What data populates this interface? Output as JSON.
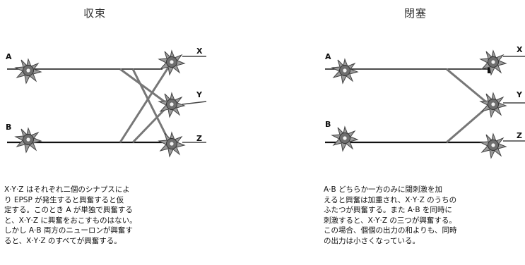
{
  "panels": {
    "left": {
      "title": "収束",
      "inputs": [
        "A",
        "B"
      ],
      "outputs": [
        "X",
        "Y",
        "Z"
      ],
      "caption": "X·Y·Z はそれぞれ二個のシナプスによ\nり EPSP が発生すると興奮すると仮\n定する。このとき A が単独で興奮する\nと、X·Y·Z に興奮をおこすものはない。\nしかし A·B 両方のニューロンが興奮す\nると、X·Y·Z のすべてが興奮する。"
    },
    "right": {
      "title": "閉塞",
      "inputs": [
        "A",
        "B"
      ],
      "outputs": [
        "X",
        "Y",
        "Z"
      ],
      "caption": "A·B どちらか一方のみに閾刺激を加\nえると興奮は加重され、X·Y·Z のうちの\nふたつが興奮する。また A·B を同時に\n刺激すると、X·Y·Z の三つが興奮する。\nこの場合、個個の出力の和よりも、同時\nの出力は小さくなっている。"
    }
  }
}
